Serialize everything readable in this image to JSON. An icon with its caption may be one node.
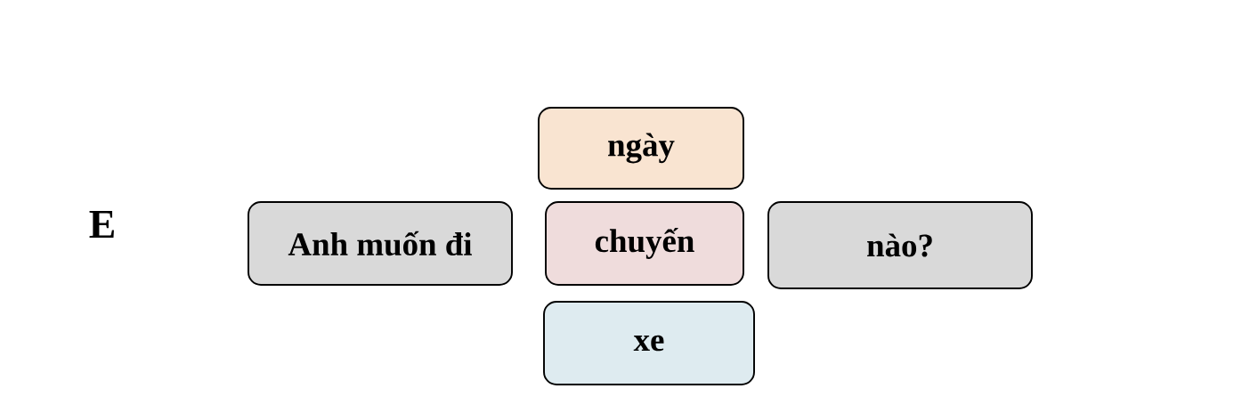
{
  "diagram": {
    "nodes": [
      {
        "text": [
          "ngày"
        ]
      },
      {
        "text": [
          "Anh muốn đi"
        ]
      },
      {
        "text": [
          "chuyến"
        ]
      },
      {
        "text": [
          "nào?"
        ]
      },
      {
        "text": [
          "xe"
        ]
      }
    ],
    "labels": [
      "E"
    ]
  }
}
